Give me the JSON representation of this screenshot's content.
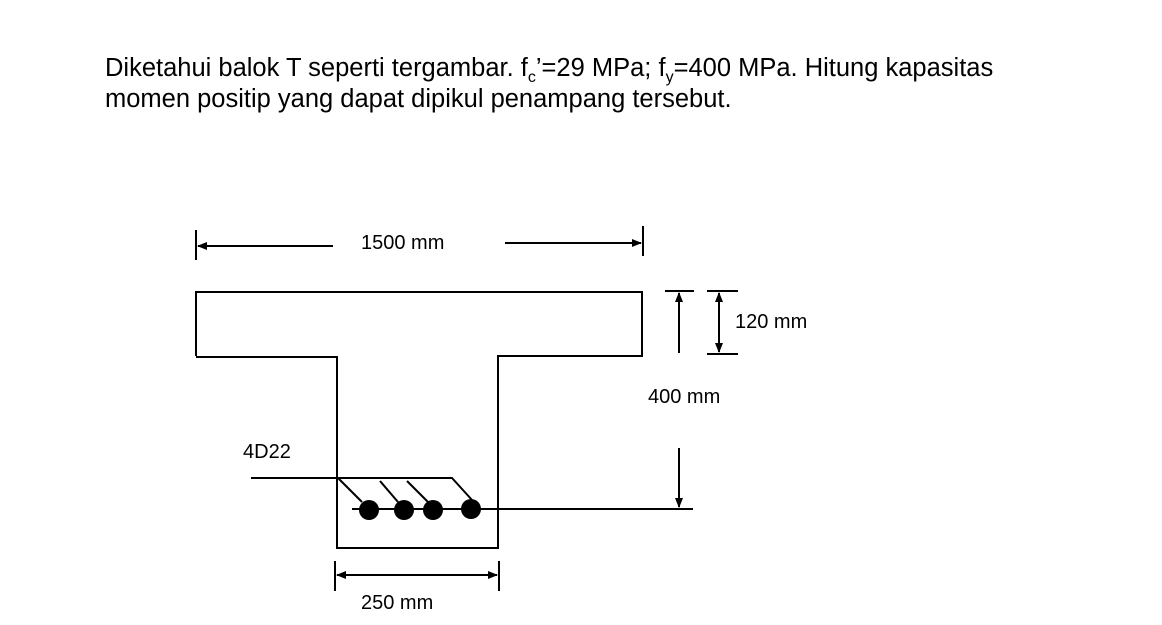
{
  "problem": {
    "line1_a": "Diketahui balok T seperti tergambar. f",
    "fc_sub": "c",
    "line1_b": "’=29 MPa; f",
    "fy_sub": "y",
    "line1_c": "=400 MPa. Hitung kapasitas",
    "line2": "momen positip yang dapat dipikul penampang tersebut."
  },
  "diagram": {
    "flange_width_label": "1500 mm",
    "flange_thickness_label": "120 mm",
    "total_height_label": "400 mm",
    "web_width_label": "250 mm",
    "rebar_label": "4D22",
    "bar_count": 4
  }
}
